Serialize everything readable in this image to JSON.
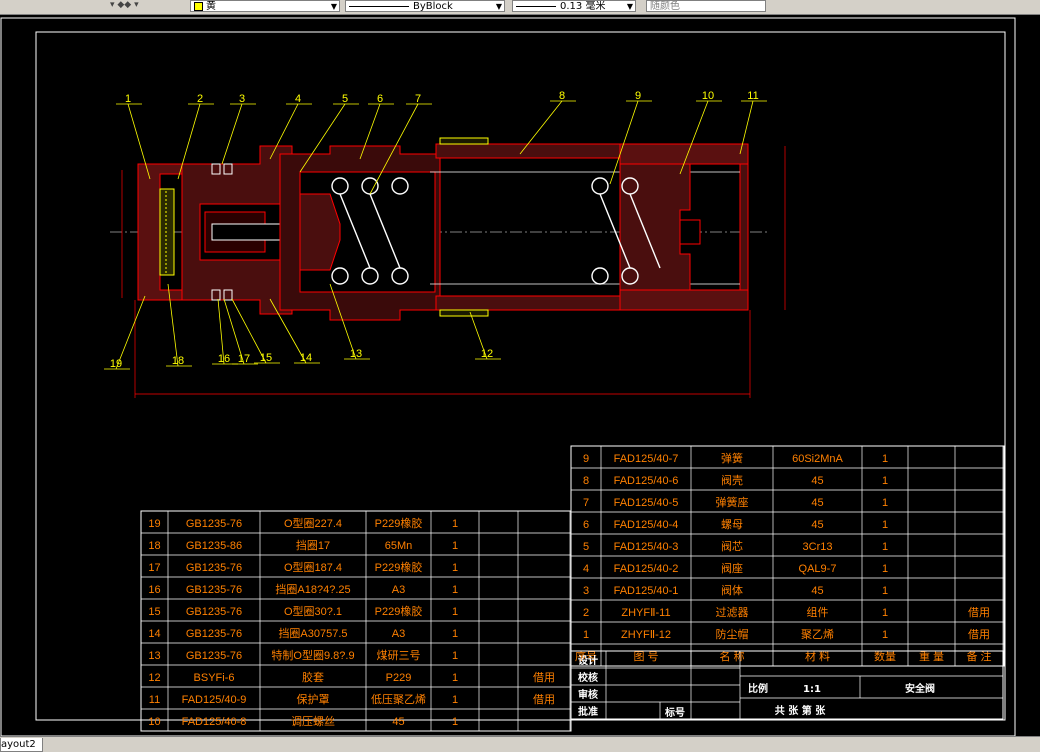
{
  "toolbar": {
    "color_value": "黄",
    "linetype_value": "ByBlock",
    "lineweight_value": "0.13 毫米",
    "plotstyle_value": "随颜色"
  },
  "layout_tab": "ayout2",
  "part_numbers": [
    "1",
    "2",
    "3",
    "4",
    "5",
    "6",
    "7",
    "8",
    "9",
    "10",
    "11",
    "12",
    "13",
    "14",
    "15",
    "16",
    "17",
    "18",
    "19"
  ],
  "colors": {
    "outline": "#ffffff",
    "part": "#ff0000",
    "hatch": "#ff8080",
    "leader": "#ffff00",
    "spring": "#ffffff",
    "table_text": "#ff8000",
    "frame": "#ffffff"
  },
  "table_upper": {
    "rows": [
      [
        "9",
        "FAD125/40-7",
        "弹簧",
        "60Si2MnA",
        "1",
        "",
        ""
      ],
      [
        "8",
        "FAD125/40-6",
        "阀壳",
        "45",
        "1",
        "",
        ""
      ],
      [
        "7",
        "FAD125/40-5",
        "弹簧座",
        "45",
        "1",
        "",
        ""
      ],
      [
        "6",
        "FAD125/40-4",
        "螺母",
        "45",
        "1",
        "",
        ""
      ],
      [
        "5",
        "FAD125/40-3",
        "阀芯",
        "3Cr13",
        "1",
        "",
        ""
      ],
      [
        "4",
        "FAD125/40-2",
        "阀座",
        "QAL9-7",
        "1",
        "",
        ""
      ],
      [
        "3",
        "FAD125/40-1",
        "阀体",
        "45",
        "1",
        "",
        ""
      ],
      [
        "2",
        "ZHYFⅡ-11",
        "过滤器",
        "组件",
        "1",
        "",
        "借用"
      ],
      [
        "1",
        "ZHYFⅡ-12",
        "防尘帽",
        "聚乙烯",
        "1",
        "",
        "借用"
      ]
    ],
    "header": [
      "序号",
      "图 号",
      "名 称",
      "材 料",
      "数量",
      "重 量",
      "备 注"
    ]
  },
  "table_lower": {
    "rows": [
      [
        "19",
        "GB1235-76",
        "O型圈227.4",
        "P229橡胶",
        "1",
        "",
        ""
      ],
      [
        "18",
        "GB1235-86",
        "挡圈17",
        "65Mn",
        "1",
        "",
        ""
      ],
      [
        "17",
        "GB1235-76",
        "O型圈187.4",
        "P229橡胶",
        "1",
        "",
        ""
      ],
      [
        "16",
        "GB1235-76",
        "挡圈A18?4?.25",
        "A3",
        "1",
        "",
        ""
      ],
      [
        "15",
        "GB1235-76",
        "O型圈30?.1",
        "P229橡胶",
        "1",
        "",
        ""
      ],
      [
        "14",
        "GB1235-76",
        "挡圈A30757.5",
        "A3",
        "1",
        "",
        ""
      ],
      [
        "13",
        "GB1235-76",
        "特制O型圈9.8?.9",
        "煤研三号",
        "1",
        "",
        ""
      ],
      [
        "12",
        "BSYFi-6",
        "胶套",
        "P229",
        "1",
        "",
        "借用"
      ],
      [
        "11",
        "FAD125/40-9",
        "保护罩",
        "低压聚乙烯",
        "1",
        "",
        "借用"
      ],
      [
        "10",
        "FAD125/40-8",
        "调压螺丝",
        "45",
        "1",
        "",
        ""
      ]
    ]
  },
  "title_block": {
    "sign_labels": [
      "设计",
      "校核",
      "审核",
      "批准"
    ],
    "approve_extra": "标号",
    "scale_label": "比例",
    "scale_value": "1:1",
    "drawing_name": "安全阀",
    "sheets_text": "共  张  第  张"
  }
}
